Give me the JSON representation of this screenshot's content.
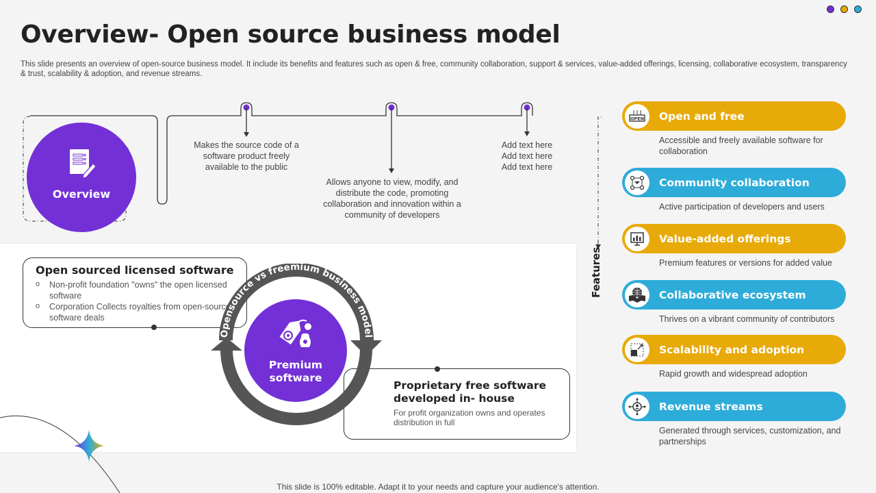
{
  "colors": {
    "purple": "#7330d6",
    "gold": "#e8aa08",
    "blue": "#2eacd9",
    "dark": "#333333"
  },
  "decor_dots": [
    "#7330d6",
    "#e8aa08",
    "#2eacd9"
  ],
  "header": {
    "title": "Overview- Open source business model",
    "subtitle": "This slide presents an overview of open-source business model. It include its benefits and features such as open & free, community collaboration, support & services, value-added offerings, licensing, collaborative ecosystem, transparency & trust, scalability & adoption, and revenue streams."
  },
  "overview": {
    "label": "Overview",
    "icon": "document-edit-icon",
    "steps": [
      {
        "text": "Makes the source code of a software product freely available to the public"
      },
      {
        "text": "Allows anyone to view, modify, and distribute the code, promoting collaboration and innovation within a community of developers"
      },
      {
        "lines": [
          "Add text here",
          "Add text here",
          "Add text here"
        ]
      }
    ]
  },
  "model": {
    "ring_text": "Opensource vs freemium business model",
    "center_label": "Premium software",
    "center_icon": "price-tag-money-icon",
    "open_sourced": {
      "title": "Open sourced licensed software",
      "bullets": [
        "Non-profit foundation \"owns\" the open licensed software",
        "Corporation Collects royalties from open-source software deals"
      ]
    },
    "proprietary": {
      "title": "Proprietary free software developed in- house",
      "description": "For profit organization owns and operates distribution in full"
    }
  },
  "features": {
    "label": "Features",
    "items": [
      {
        "title": "Open and free",
        "description": "Accessible and freely available software for collaboration",
        "icon": "open-sign-icon",
        "color": "#e8aa08"
      },
      {
        "title": "Community collaboration",
        "description": "Active participation of developers and users",
        "icon": "network-people-icon",
        "color": "#2eacd9"
      },
      {
        "title": "Value-added offerings",
        "description": "Premium features or versions for added value",
        "icon": "monitor-chart-icon",
        "color": "#e8aa08"
      },
      {
        "title": "Collaborative ecosystem",
        "description": "Thrives on a vibrant community of contributors",
        "icon": "globe-handshake-icon",
        "color": "#2eacd9"
      },
      {
        "title": "Scalability and adoption",
        "description": "Rapid growth and widespread adoption",
        "icon": "scale-expand-icon",
        "color": "#e8aa08"
      },
      {
        "title": "Revenue streams",
        "description": "Generated through services, customization, and partnerships",
        "icon": "revenue-hub-icon",
        "color": "#2eacd9"
      }
    ]
  },
  "footer": {
    "text": "This slide is 100% editable. Adapt it to your needs and capture your audience's attention."
  }
}
